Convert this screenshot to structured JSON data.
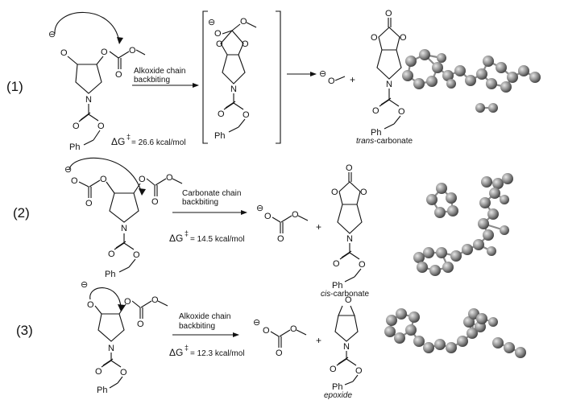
{
  "reactions": [
    {
      "number": "(1)",
      "arrow_line1": "Alkoxide chain",
      "arrow_line2": "backbiting",
      "dg_symbol": "ΔG",
      "dg_sup": "‡",
      "dg_value": "= 26.6 kcal/mol",
      "product_prefix": "trans",
      "product_suffix": "-carbonate"
    },
    {
      "number": "(2)",
      "arrow_line1": "Carbonate chain",
      "arrow_line2": "backbiting",
      "dg_symbol": "ΔG",
      "dg_sup": "‡",
      "dg_value": "= 14.5 kcal/mol",
      "product_prefix": "cis",
      "product_suffix": "-carbonate"
    },
    {
      "number": "(3)",
      "arrow_line1": "Alkoxide chain",
      "arrow_line2": "backbiting",
      "dg_symbol": "ΔG",
      "dg_sup": "‡",
      "dg_value": "= 12.3 kcal/mol",
      "product_prefix": "",
      "product_suffix": "epoxide"
    }
  ],
  "atoms": {
    "O": "O",
    "N": "N",
    "Ph": "Ph",
    "minus": "⊖",
    "plus": "+"
  }
}
